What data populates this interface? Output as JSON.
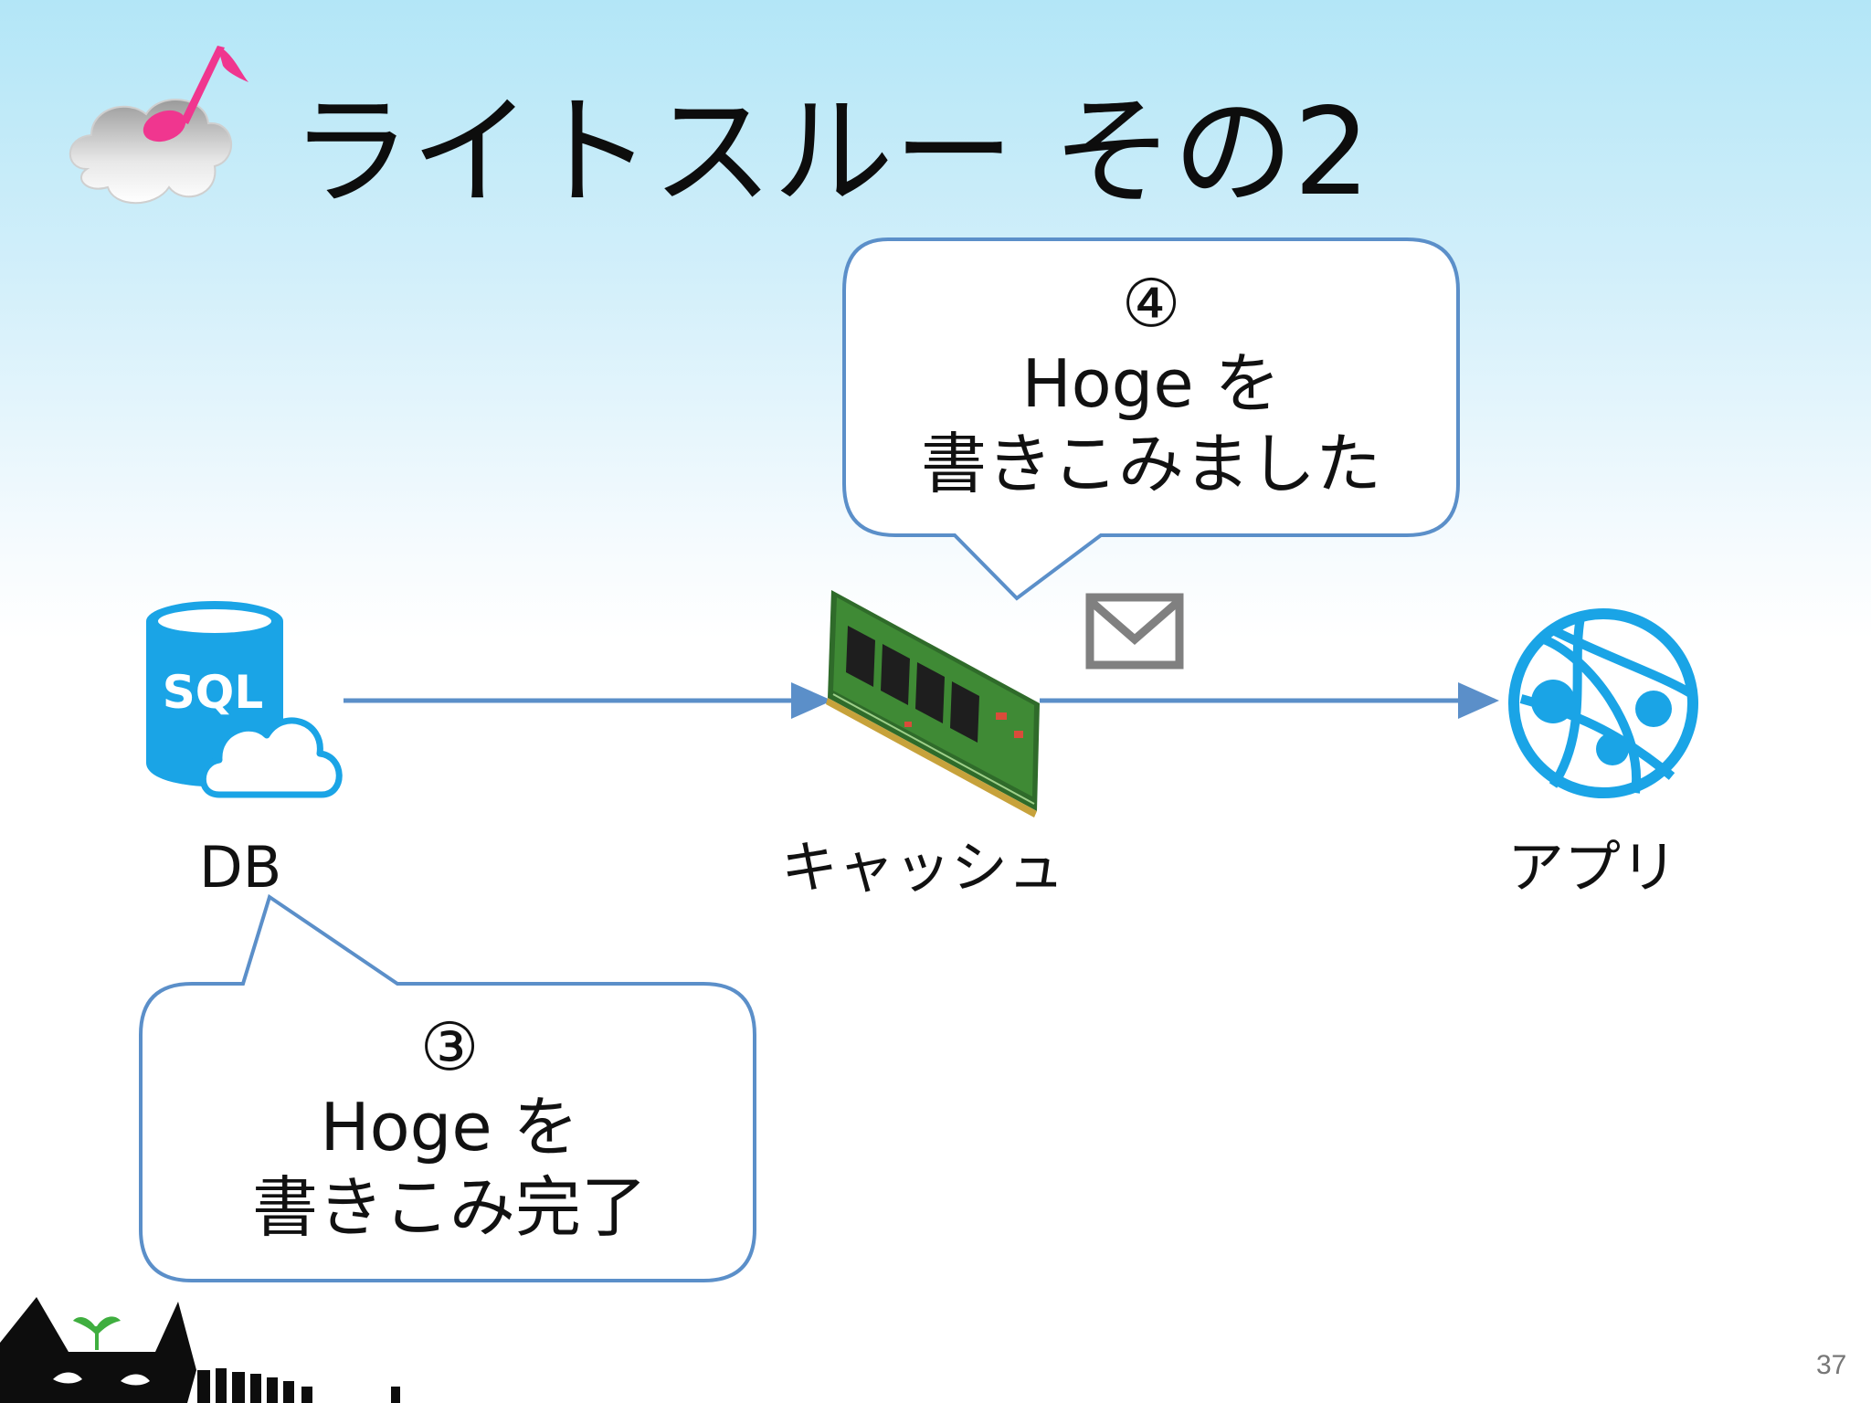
{
  "slide": {
    "title": "ライトスルー その2",
    "page_number": "37"
  },
  "nodes": {
    "db": {
      "label": "DB",
      "icon": "sql-database-icon",
      "icon_text": "SQL"
    },
    "cache": {
      "label": "キャッシュ",
      "icon": "memory-module-icon"
    },
    "app": {
      "label": "アプリ",
      "icon": "web-app-globe-icon"
    }
  },
  "callouts": {
    "step4": {
      "number": "④",
      "line1": "Hoge を",
      "line2": "書きこみました"
    },
    "step3": {
      "number": "③",
      "line1": "Hoge を",
      "line2": "書きこみ完了"
    }
  },
  "colors": {
    "arrow": "#5b8fc9",
    "callout_border": "#5b8fc9",
    "azure_blue": "#1aa4e6",
    "note_pink": "#f0368f",
    "envelope_gray": "#808080"
  }
}
